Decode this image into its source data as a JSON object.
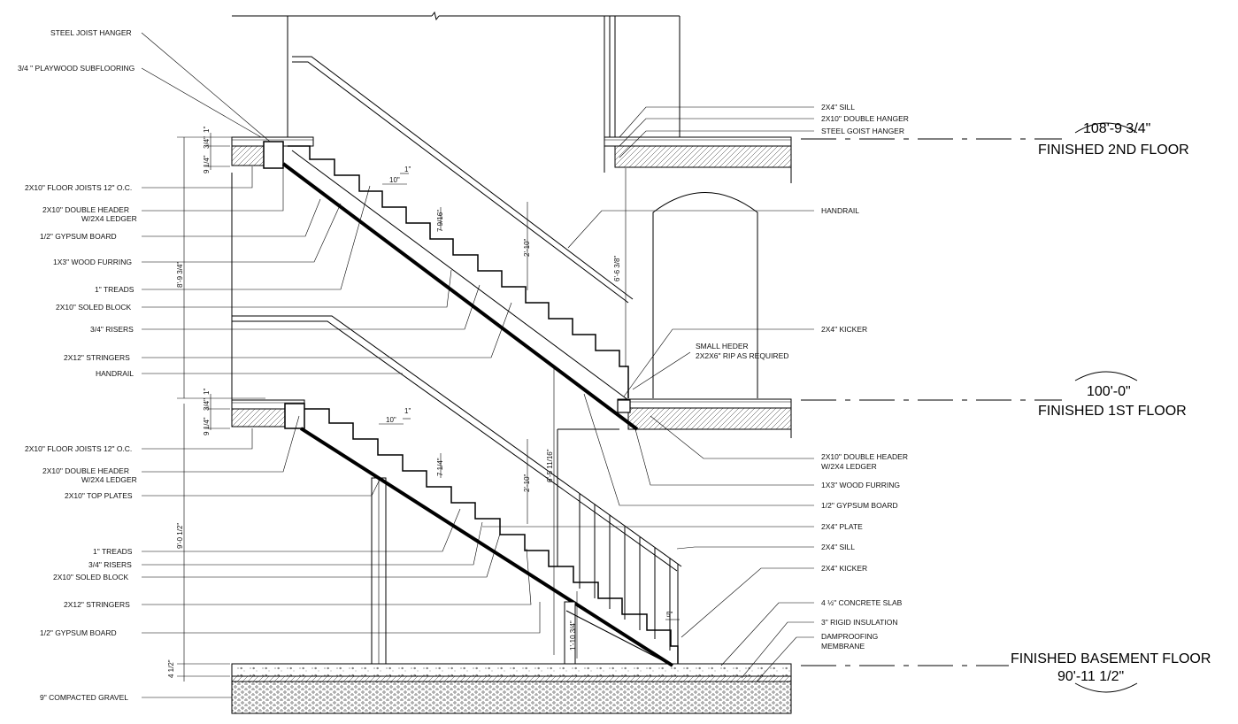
{
  "labels_left": [
    "STEEL JOIST HANGER",
    "3/4 \" PLAYWOOD SUBFLOORING",
    "2X10\" FLOOR JOISTS 12\" O.C.",
    "2X10\" DOUBLE HEADER",
    "W/2X4 LEDGER",
    "1/2\" GYPSUM BOARD",
    "1X3\" WOOD FURRING",
    "1\" TREADS",
    "2X10\" SOLED BLOCK",
    "3/4\" RISERS",
    "2X12\" STRINGERS",
    "HANDRAIL",
    "2X10\" FLOOR JOISTS 12\" O.C.",
    "2X10\" DOUBLE HEADER",
    "W/2X4 LEDGER",
    "2X10\" TOP PLATES",
    "1\" TREADS",
    "3/4\" RISERS",
    "2X10\" SOLED BLOCK",
    "2X12\" STRINGERS",
    "1/2\" GYPSUM BOARD",
    "9\" COMPACTED GRAVEL"
  ],
  "labels_right": [
    "2X4\" SILL",
    "2X10\" DOUBLE HANGER",
    "STEEL GOIST HANGER",
    "HANDRAIL",
    "2X4\" KICKER",
    "SMALL HEDER",
    "2X2X6\" RIP AS REQUIRED",
    "2X10\" DOUBLE HEADER",
    "W/2X4 LEDGER",
    "1X3\" WOOD FURRING",
    "1/2\" GYPSUM BOARD",
    "2X4\" PLATE",
    "2X4\" SILL",
    "2X4\" KICKER",
    "4 ½\" CONCRETE SLAB",
    "3\" RIGID INSULATION",
    "DAMPROOFING",
    "MEMBRANE"
  ],
  "levels": {
    "second_elev": "108'-9 3/4\"",
    "second_name": "FINISHED 2ND FLOOR",
    "first_elev": "100'-0\"",
    "first_name": "FINISHED 1ST FLOOR",
    "base_name": "FINISHED BASEMENT FLOOR",
    "base_elev": "90'-11 1/2\""
  },
  "dimensions": {
    "d_3_4_top": "3/4\"",
    "d_1_top": "1\"",
    "d_9_1_4_top": "9 1/4\"",
    "d_8_9_3_4": "8'-9 3/4\"",
    "d_tread_10_top": "10\"",
    "d_nosing_1_top": "1\"",
    "d_riser_7_9_16": "7 9/16\"",
    "d_2_10_top": "2'-10\"",
    "d_6_6_3_8": "6'-6 3/8\"",
    "d_3_4_mid": "3/4\"",
    "d_1_mid": "1\"",
    "d_9_1_4_mid": "9 1/4\"",
    "d_tread_10_mid": "10\"",
    "d_nosing_1_mid": "1\"",
    "d_riser_7_1_4": "7 1/4\"",
    "d_2_10_mid": "2'-10\"",
    "d_6_5_11_16": "6'-5 11/16\"",
    "d_9_0_1_2": "9'-0 1/2\"",
    "d_1_10_3_4": "1'-10 3/4\"",
    "d_5": "5\"",
    "d_4_1_2": "4 1/2\""
  }
}
